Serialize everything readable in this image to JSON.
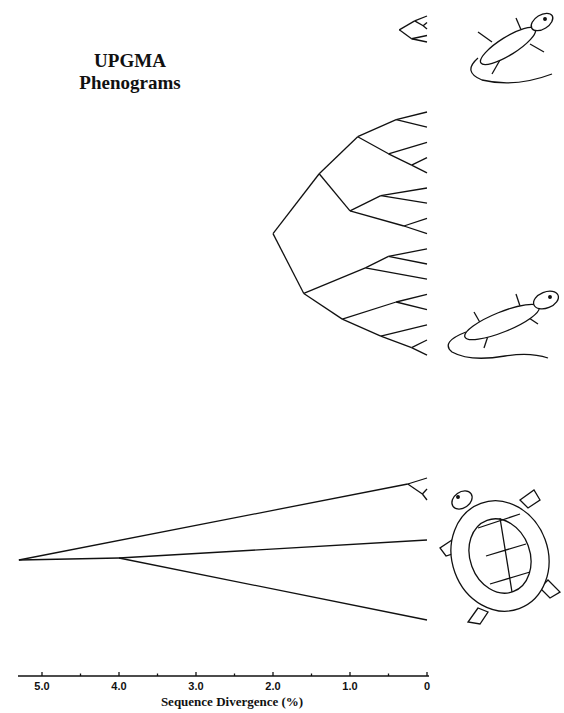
{
  "diagram": {
    "title": "UPGMA Phenograms",
    "labels": [
      "5.0",
      "4.0",
      "3.0",
      "2.0",
      "1.0",
      "0",
      "Sequence Divergence (%)"
    ]
  }
}
